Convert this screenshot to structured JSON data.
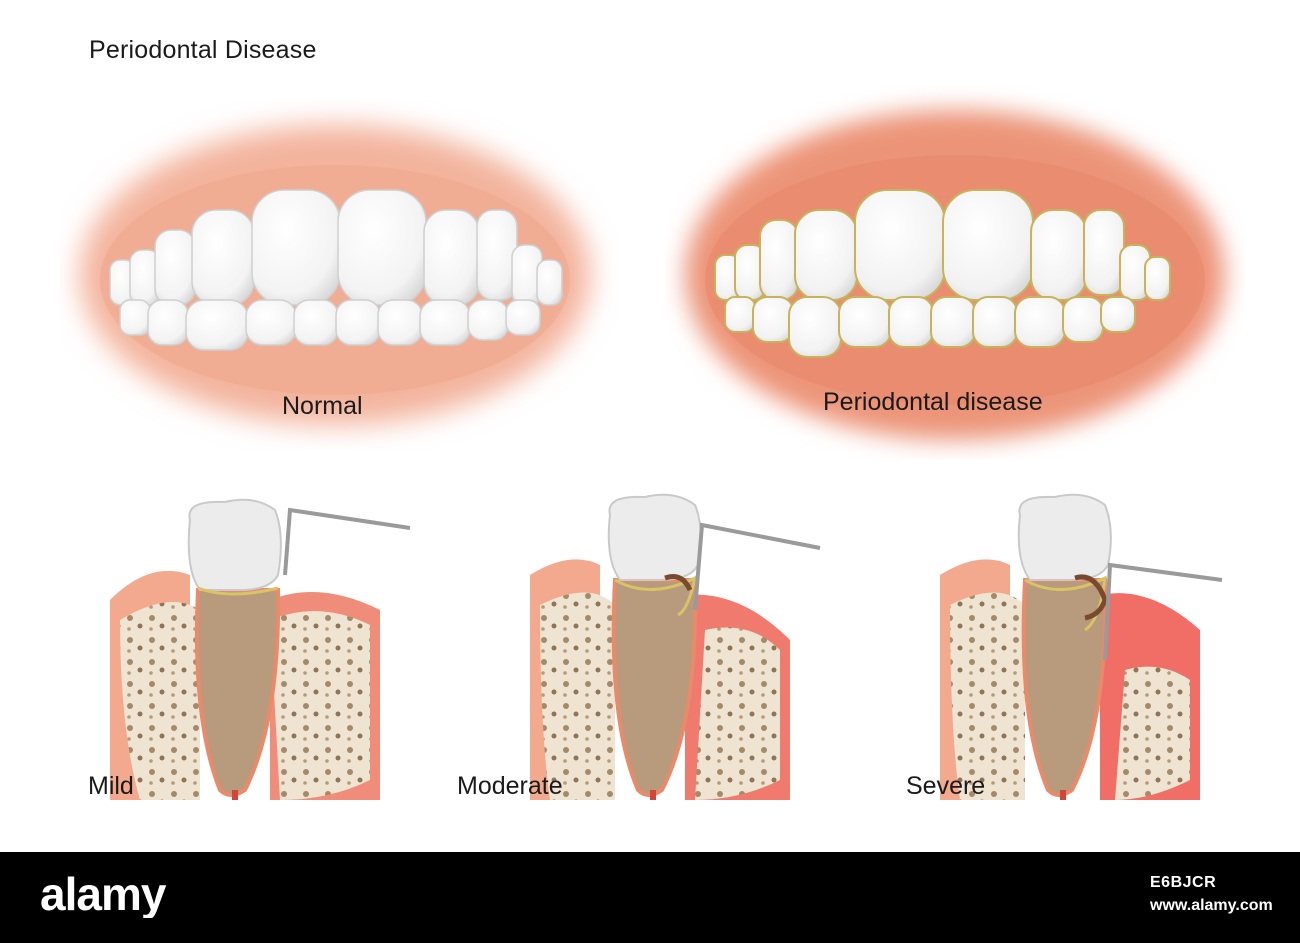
{
  "title": "Periodontal Disease",
  "mouths": [
    {
      "label": "Normal",
      "state": "healthy"
    },
    {
      "label": "Periodontal disease",
      "state": "diseased"
    }
  ],
  "stages": [
    {
      "label": "Mild"
    },
    {
      "label": "Moderate"
    },
    {
      "label": "Severe"
    }
  ],
  "footer": {
    "logo_text": "alamy",
    "image_id": "E6BJCR",
    "site": "www.alamy.com"
  },
  "colors": {
    "gum_healthy": "#f4b59e",
    "gum_diseased": "#ee9a80",
    "gum_inflamed": "#ec6a5e",
    "tooth": "#ffffff",
    "root": "#b89a7c",
    "bone": "#efe4d2",
    "tartar": "#d8c366",
    "footer_bg": "#000000"
  }
}
